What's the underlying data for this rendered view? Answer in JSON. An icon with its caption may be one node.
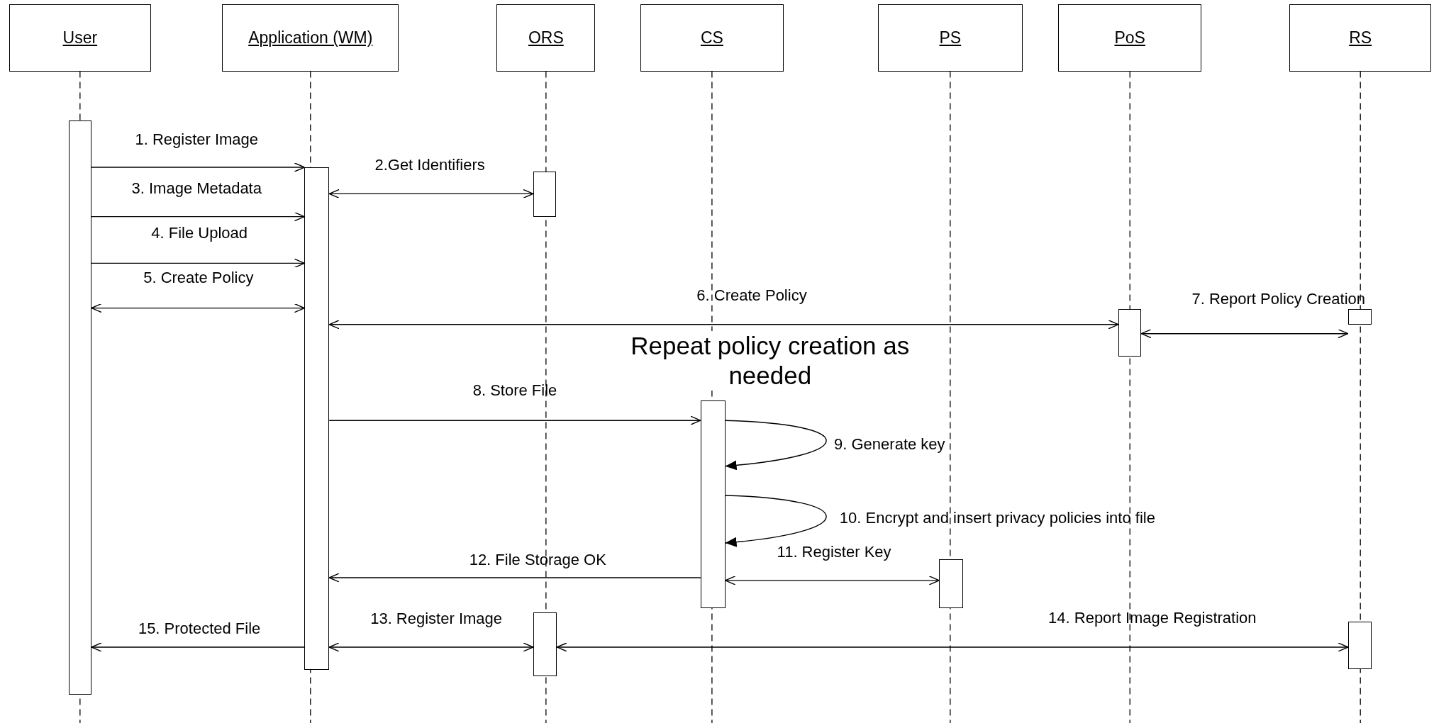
{
  "diagram": {
    "nodes": [
      {
        "text": [
          "User"
        ]
      },
      {
        "text": [
          "Application (WM)"
        ]
      },
      {
        "text": [
          "ORS"
        ]
      },
      {
        "text": [
          "CS"
        ]
      },
      {
        "text": [
          "PS"
        ]
      },
      {
        "text": [
          "PoS"
        ]
      },
      {
        "text": [
          "RS"
        ]
      },
      {
        "text": [],
        "shape": "bar"
      },
      {
        "text": [],
        "shape": "bar"
      },
      {
        "text": [],
        "shape": "bar"
      },
      {
        "text": [],
        "shape": "bar"
      },
      {
        "text": [],
        "shape": "bar"
      },
      {
        "text": [],
        "shape": "bar"
      },
      {
        "text": [],
        "shape": "bar"
      },
      {
        "text": [],
        "shape": "bar"
      },
      {
        "text": [],
        "shape": "bar"
      }
    ],
    "edges": [
      {
        "from": 7,
        "to": 8,
        "arrow": "to",
        "label": "1. Register Image"
      },
      {
        "from": 8,
        "to": 9,
        "arrow": "both",
        "label": "2.Get Identifiers"
      },
      {
        "from": 7,
        "to": 8,
        "arrow": "to",
        "label": "3. Image Metadata"
      },
      {
        "from": 7,
        "to": 8,
        "arrow": "to",
        "label": "4. File Upload"
      },
      {
        "from": 7,
        "to": 8,
        "arrow": "both",
        "label": "5. Create Policy"
      },
      {
        "from": 8,
        "to": 13,
        "arrow": "both",
        "label": "6. Create Policy"
      },
      {
        "from": 13,
        "to": 14,
        "arrow": "both",
        "label": "7. Report Policy Creation"
      },
      {
        "from": 8,
        "to": 11,
        "arrow": "to",
        "label": "8. Store File"
      },
      {
        "from": 11,
        "to": 11,
        "arrow": "to",
        "label": "9. Generate key"
      },
      {
        "from": 11,
        "to": 11,
        "arrow": "to",
        "label": "10. Encrypt and insert privacy policies into file"
      },
      {
        "from": 11,
        "to": 12,
        "arrow": "both",
        "label": "11. Register Key"
      },
      {
        "from": 11,
        "to": 8,
        "arrow": "to",
        "label": "12. File Storage OK"
      },
      {
        "from": 8,
        "to": 10,
        "arrow": "both",
        "label": "13. Register Image"
      },
      {
        "from": 10,
        "to": 15,
        "arrow": "both",
        "label": "14. Report Image Registration"
      },
      {
        "from": 8,
        "to": 7,
        "arrow": "to",
        "label": "15. Protected File"
      }
    ],
    "labels": [
      "Repeat policy creation as needed"
    ]
  }
}
